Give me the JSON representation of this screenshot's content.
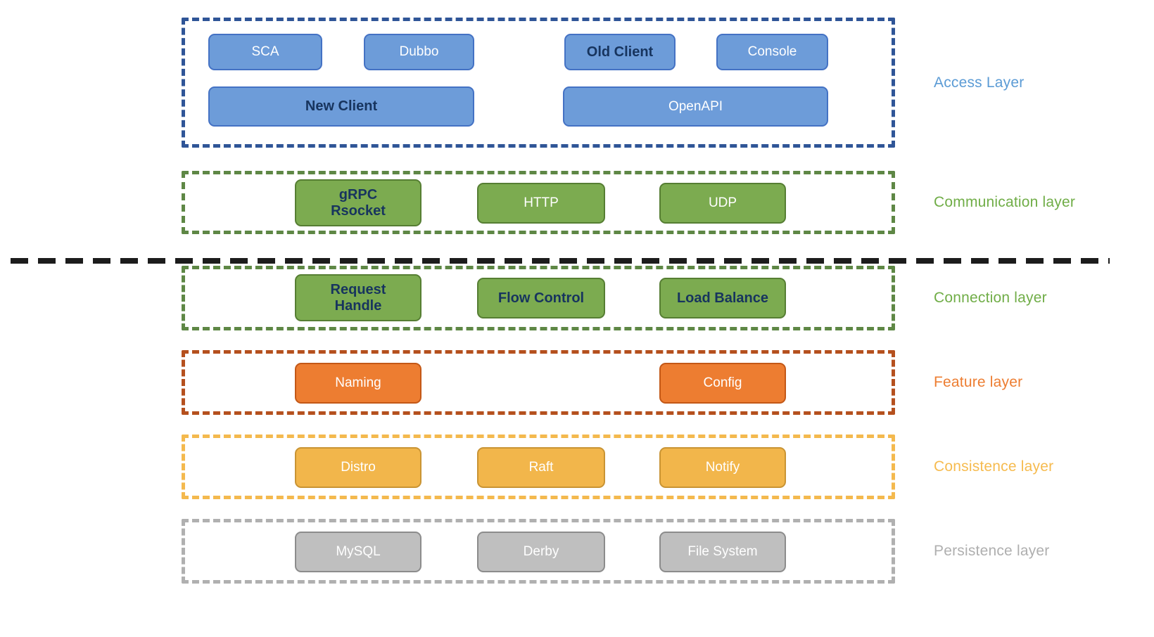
{
  "title": "Layered architecture diagram",
  "divider": {
    "style": "black-dashed-line",
    "meaning": "separates access/communication layers from internal layers"
  },
  "colors": {
    "access_accent": "#5b9bd5",
    "access_border": "#2f5597",
    "access_box_fill": "#6d9cd9",
    "green_accent": "#70ad47",
    "green_border": "#5e8745",
    "green_box_fill": "#7cab50",
    "feature_accent": "#ed7d31",
    "feature_border": "#b5501e",
    "orange_box_fill": "#ed7d31",
    "consistence_accent": "#f6bb4f",
    "yellow_box_fill": "#f2b64b",
    "persistence_accent": "#afafaf",
    "gray_box_fill": "#bfbfbf",
    "dark_navy_text": "#17345e",
    "divider_black": "#1c1c1c"
  },
  "layers": [
    {
      "name": "access",
      "label": "Access Layer",
      "boxes": [
        {
          "label": "SCA",
          "bold": false
        },
        {
          "label": "Dubbo",
          "bold": false
        },
        {
          "label": "Old Client",
          "bold": true
        },
        {
          "label": "Console",
          "bold": false
        },
        {
          "label": "New Client",
          "bold": true
        },
        {
          "label": "OpenAPI",
          "bold": false
        }
      ]
    },
    {
      "name": "communication",
      "label": "Communication layer",
      "boxes": [
        {
          "label": "gRPC Rsocket",
          "bold": true,
          "lines": [
            "gRPC",
            "Rsocket"
          ]
        },
        {
          "label": "HTTP",
          "bold": false
        },
        {
          "label": "UDP",
          "bold": false
        }
      ]
    },
    {
      "name": "connection",
      "label": "Connection layer",
      "boxes": [
        {
          "label": "Request Handle",
          "bold": true,
          "lines": [
            "Request",
            "Handle"
          ]
        },
        {
          "label": "Flow Control",
          "bold": true
        },
        {
          "label": "Load Balance",
          "bold": true
        }
      ]
    },
    {
      "name": "feature",
      "label": "Feature layer",
      "boxes": [
        {
          "label": "Naming",
          "bold": false
        },
        {
          "label": "Config",
          "bold": false
        }
      ]
    },
    {
      "name": "consistence",
      "label": "Consistence layer",
      "boxes": [
        {
          "label": "Distro",
          "bold": false
        },
        {
          "label": "Raft",
          "bold": false
        },
        {
          "label": "Notify",
          "bold": false
        }
      ]
    },
    {
      "name": "persistence",
      "label": "Persistence layer",
      "boxes": [
        {
          "label": "MySQL",
          "bold": false
        },
        {
          "label": "Derby",
          "bold": false
        },
        {
          "label": "File System",
          "bold": false
        }
      ]
    }
  ]
}
